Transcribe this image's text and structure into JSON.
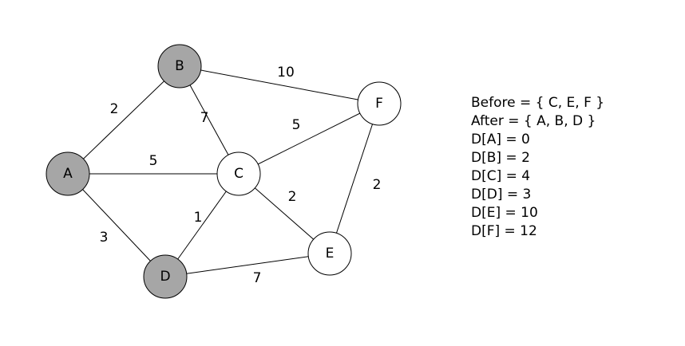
{
  "colors": {
    "visited_fill": "#a6a6a6",
    "unvisited_fill": "#ffffff",
    "stroke": "#000000"
  },
  "graph": {
    "nodes": [
      {
        "id": "A",
        "label": "A",
        "visited": true
      },
      {
        "id": "B",
        "label": "B",
        "visited": true
      },
      {
        "id": "C",
        "label": "C",
        "visited": false
      },
      {
        "id": "D",
        "label": "D",
        "visited": true
      },
      {
        "id": "E",
        "label": "E",
        "visited": false
      },
      {
        "id": "F",
        "label": "F",
        "visited": false
      }
    ],
    "edges": [
      {
        "from": "A",
        "to": "B",
        "weight": "2"
      },
      {
        "from": "A",
        "to": "C",
        "weight": "5"
      },
      {
        "from": "A",
        "to": "D",
        "weight": "3"
      },
      {
        "from": "B",
        "to": "C",
        "weight": "7"
      },
      {
        "from": "B",
        "to": "F",
        "weight": "10"
      },
      {
        "from": "C",
        "to": "F",
        "weight": "5"
      },
      {
        "from": "C",
        "to": "D",
        "weight": "1"
      },
      {
        "from": "C",
        "to": "E",
        "weight": "2"
      },
      {
        "from": "D",
        "to": "E",
        "weight": "7"
      },
      {
        "from": "E",
        "to": "F",
        "weight": "2"
      }
    ]
  },
  "state": {
    "before": "Before = { C, E, F }",
    "after": "After = { A, B, D }",
    "distances": [
      "D[A] = 0",
      "D[B] = 2",
      "D[C] = 4",
      "D[D] = 3",
      "D[E] = 10",
      "D[F] = 12"
    ]
  }
}
